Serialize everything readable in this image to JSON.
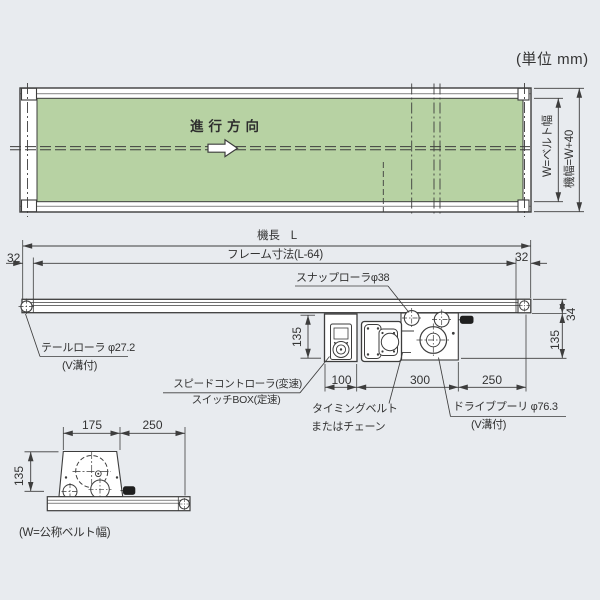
{
  "unit_note": "(単位 mm)",
  "top_view": {
    "direction_label": "進行方向",
    "belt_width_label": "W=ベルト幅",
    "machine_width_label": "機幅=W+40"
  },
  "dims": {
    "machine_length": "機長　L",
    "frame_length": "フレーム寸法(L-64)",
    "offset_left": "32",
    "offset_right": "32",
    "height_34": "34",
    "height_135_side_left": "135",
    "height_135_side_right": "135",
    "seg_100": "100",
    "seg_300": "300",
    "seg_250": "250",
    "detail_175": "175",
    "detail_250": "250",
    "detail_135": "135"
  },
  "labels": {
    "snap_roller": "スナップローラφ38",
    "tail_roller": "テールローラ φ27.2",
    "tail_roller_note": "(V溝付)",
    "speed_controller": "スピードコントローラ(変速)",
    "switch_box": "スイッチBOX(定速)",
    "timing_belt_1": "タイミングベルト",
    "timing_belt_2": "またはチェーン",
    "drive_pulley": "ドライブプーリ φ76.3",
    "drive_pulley_note": "(V溝付)",
    "nominal_width_note": "(W=公称ベルト幅)"
  },
  "colors": {
    "background": "#e8ebef",
    "belt_green": "#b7d2a3",
    "line": "#3d3d3d"
  }
}
